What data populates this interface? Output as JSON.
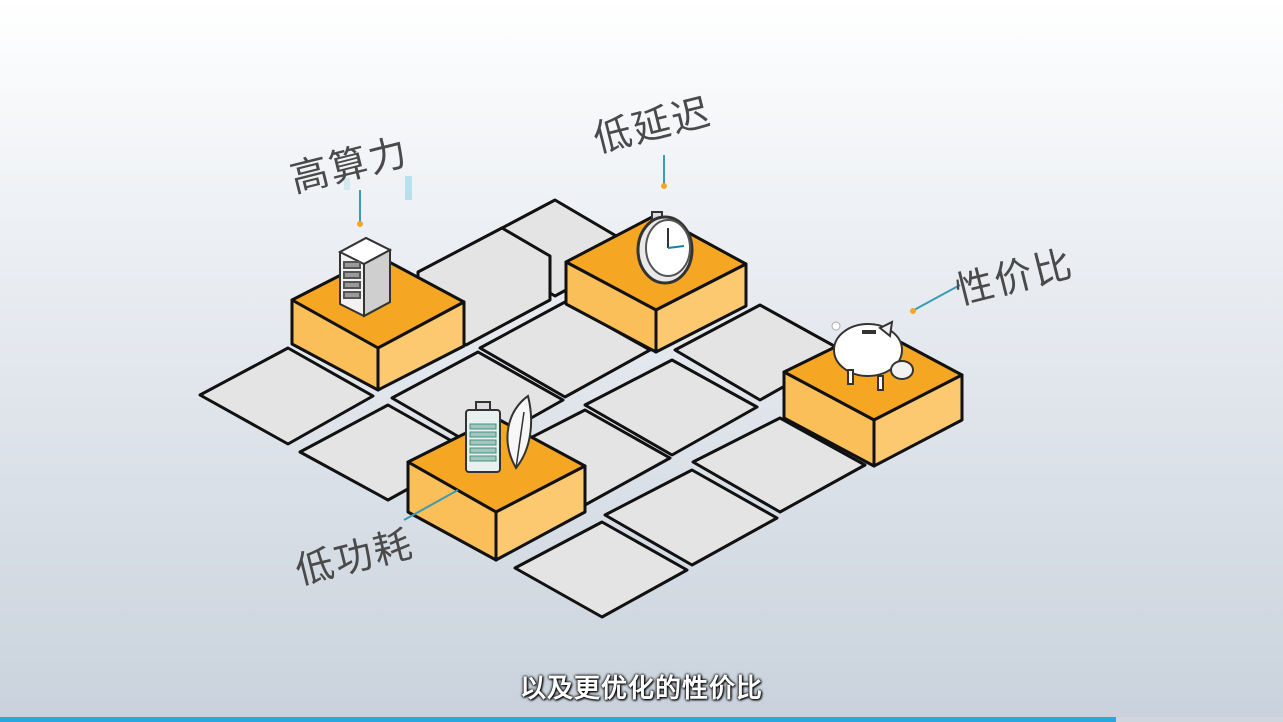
{
  "labels": {
    "compute": "高算力",
    "latency": "低延迟",
    "value": "性价比",
    "power": "低功耗"
  },
  "icons": [
    "server-icon",
    "stopwatch-icon",
    "piggy-bank-icon",
    "battery-leaf-icon"
  ],
  "subtitle": "以及更优化的性价比",
  "playback_progress": 0.87,
  "colors": {
    "accent_orange": "#f5a623",
    "tile_grey": "#e4e4e4",
    "leader_line": "#3a9bb5"
  }
}
